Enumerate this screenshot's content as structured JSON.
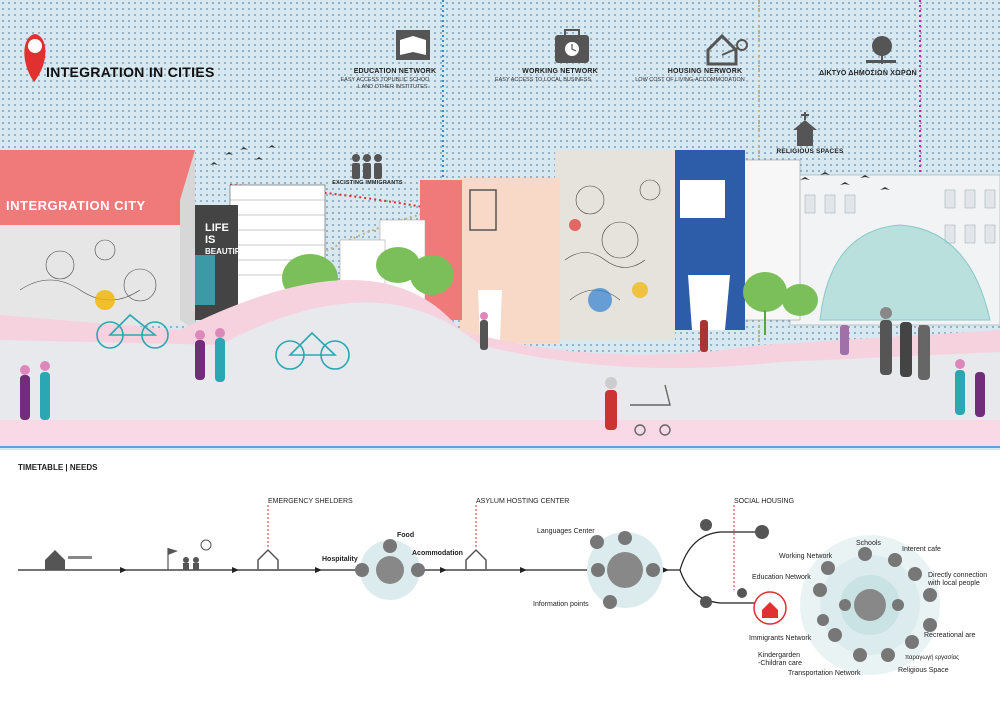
{
  "header": {
    "title": "INTEGRATION IN CITIES"
  },
  "networks": [
    {
      "label": "EDUCATION NETWORK",
      "sub1": "EASY  ACCESS TOPUBLIC SCHOO",
      "sub2": "L AND OTHER INSTITUTES"
    },
    {
      "label": "WORKING NETWORK",
      "sub1": "EASY ACCESS TO LOCAL BUSINESS",
      "sub2": ""
    },
    {
      "label": "HOUSING NERWORK",
      "sub1": "LOW COST OF LIVING-ACCOMMODATION",
      "sub2": ""
    },
    {
      "label": "ΔΙΚΤΥΟ ΔΗΜΟΣΙΩΝ ΧΩΡΩΝ",
      "sub1": "",
      "sub2": ""
    }
  ],
  "scene": {
    "existing_immigrants": "EXCISTING IMMIGRANTS",
    "religious_spaces": "RELIGIOUS SPACES",
    "building_title": "INTERGRATION CITY",
    "mural_line1": "LIFE",
    "mural_line2": "IS",
    "mural_line3": "BEAUTIFUL"
  },
  "timetable": {
    "title": "TIMETABLE | NEEDS",
    "stages": {
      "emergency": "EMERGENCY SHELDERS",
      "asylum": "ASYLUM HOSTING CENTER",
      "social": "SOCIAL HOUSING"
    },
    "hub1": {
      "hospitality": "Hospitality",
      "food": "Food",
      "accommodation": "Acommodation"
    },
    "hub2": {
      "languages": "Languages Center",
      "info": "Information points"
    },
    "hub3": {
      "working": "Working Network",
      "schools": "Schools",
      "internet": "Interent cafe",
      "direct1": "Directly connection",
      "direct2": "with local people",
      "education": "Education Network",
      "immigrants": "Immigrants Network",
      "recreational": "Recreational are",
      "production": "παραγωγή εργασίας",
      "kinder1": "Kindergarden",
      "kinder2": "-Childran care",
      "transport": "Transportation Network",
      "religious": "Religious Space"
    }
  },
  "colors": {
    "sky": "#d8e8f1",
    "pink": "#f2c6d6",
    "coral": "#f07a7a",
    "blue": "#2d5da8",
    "red": "#e03030",
    "teal": "#9fd3cf"
  }
}
